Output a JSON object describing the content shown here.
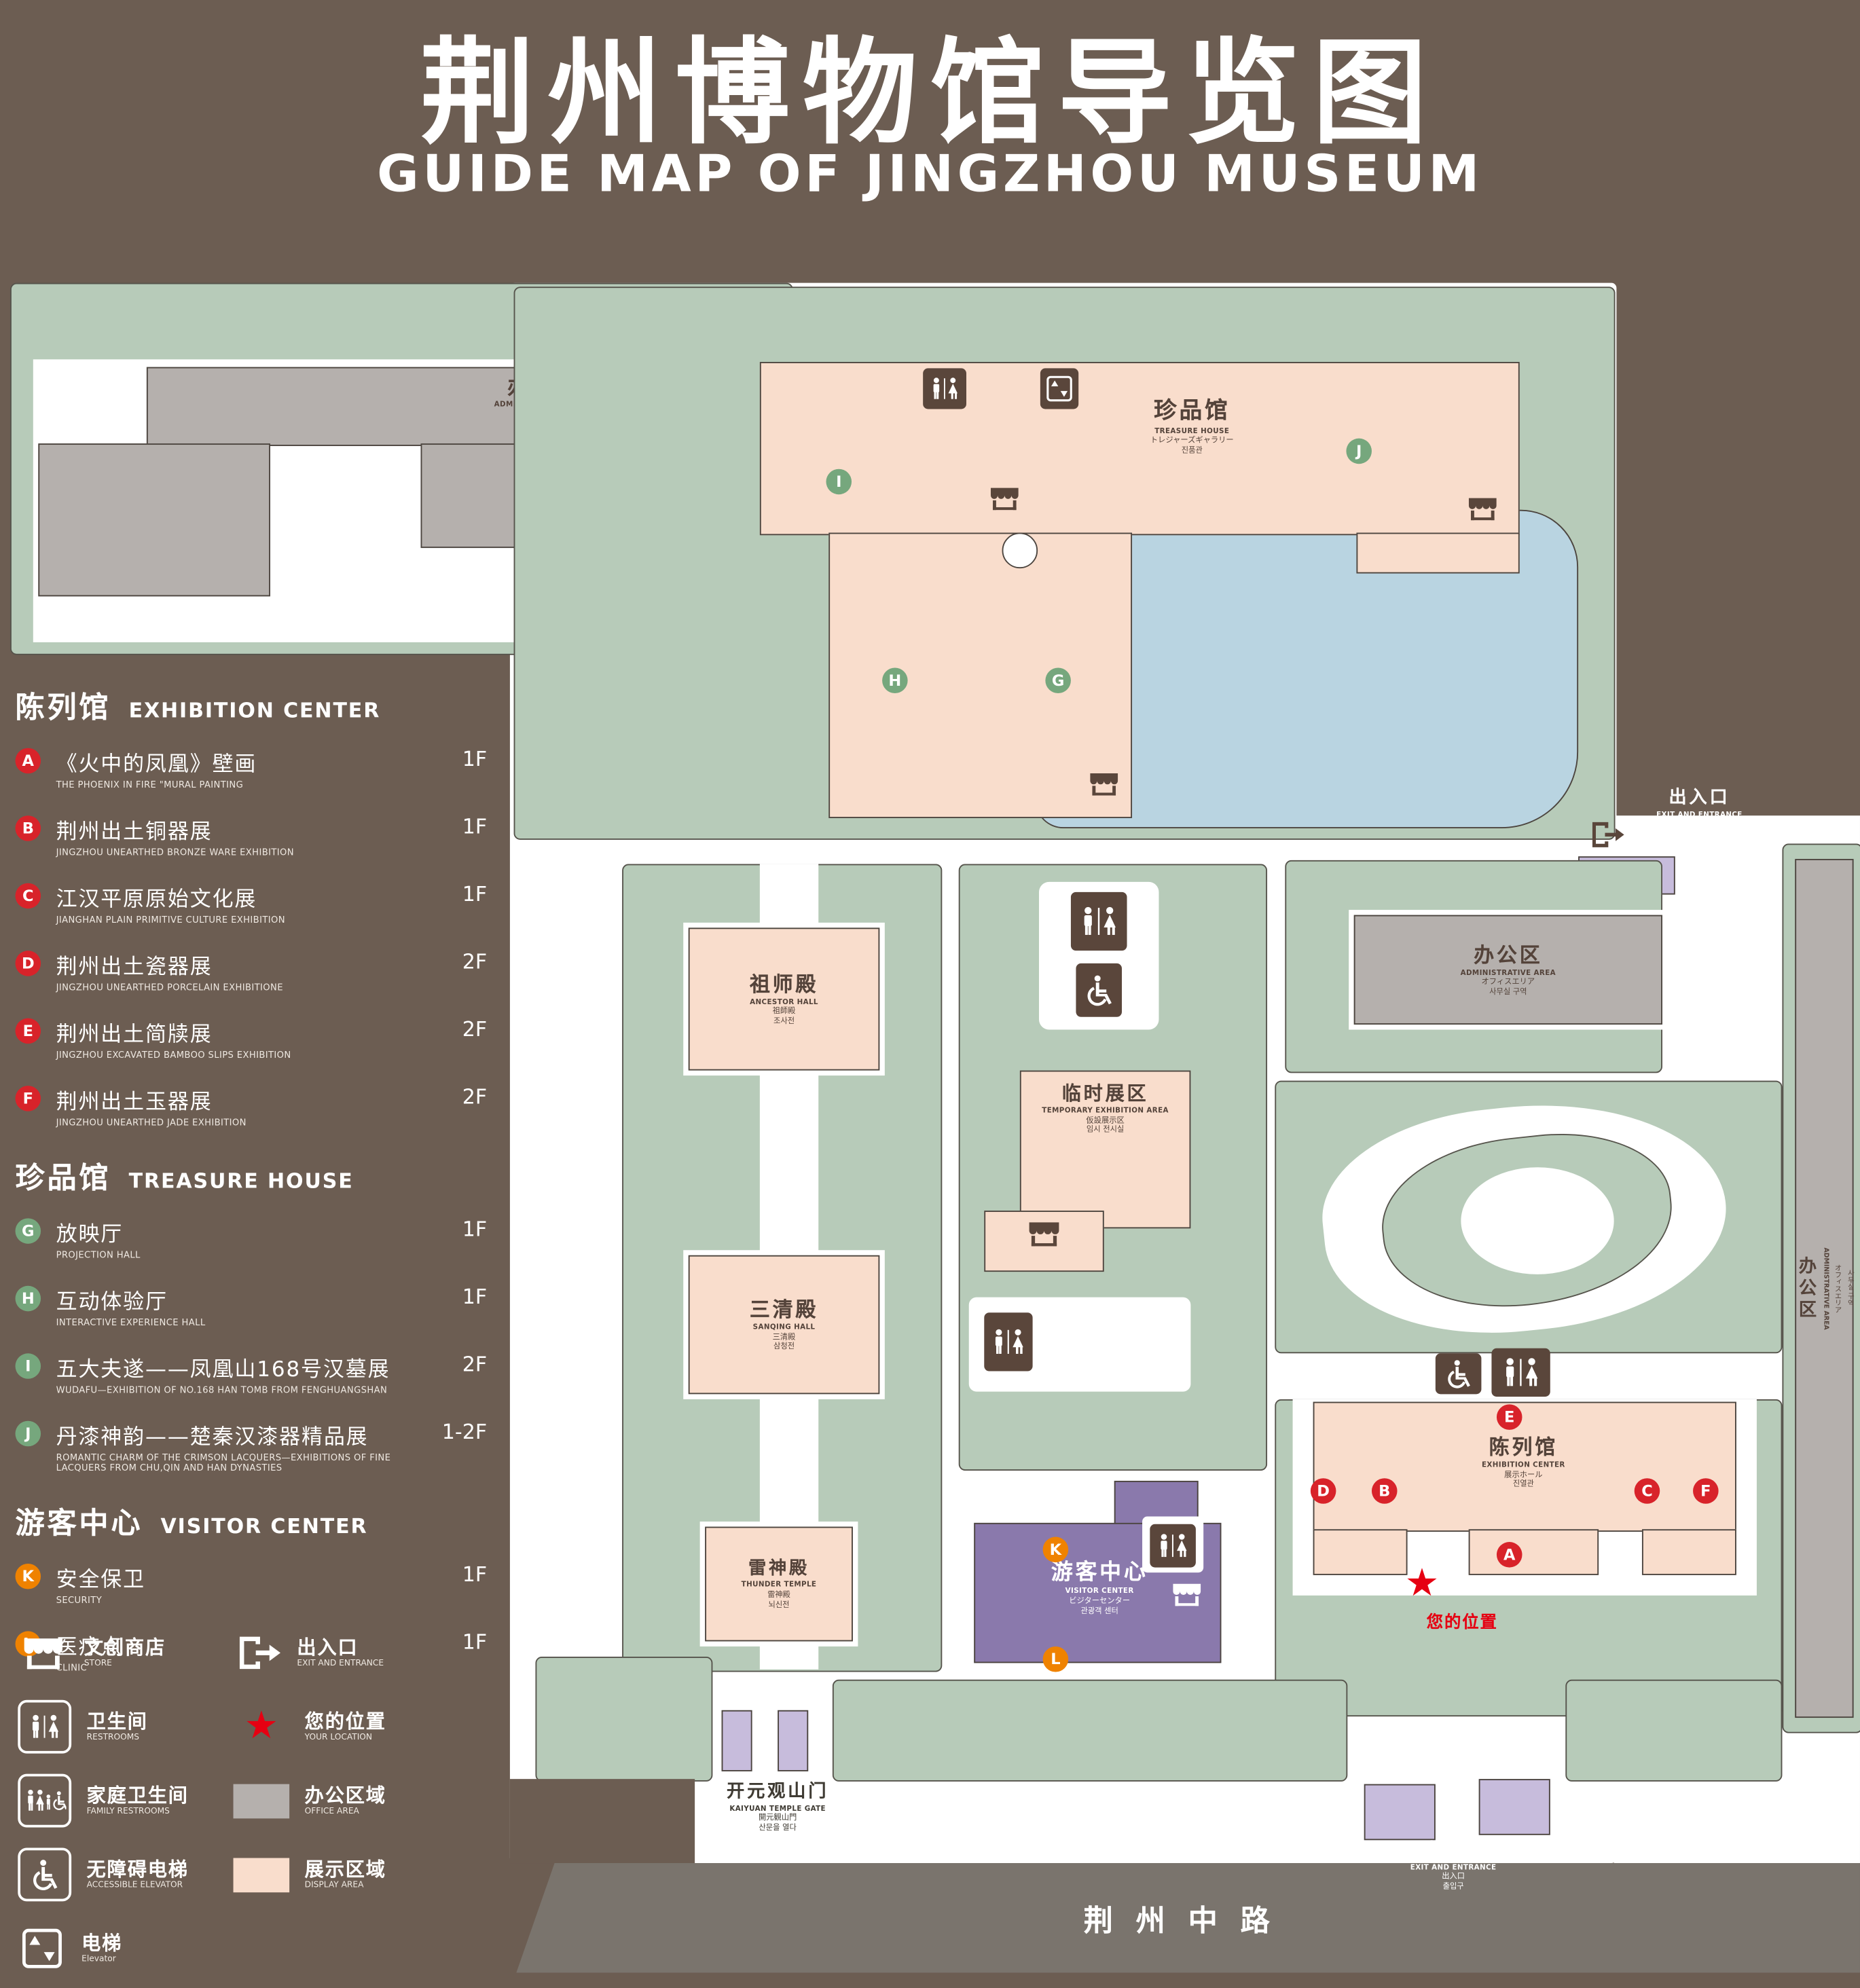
{
  "header": {
    "title_cn": "荆州博物馆导览图",
    "title_en": "GUIDE MAP OF JINGZHOU MUSEUM"
  },
  "colors": {
    "background": "#6c5d52",
    "lawn_green": "#b7cbb9",
    "display_pink": "#f9ddcc",
    "office_gray": "#b5b0ad",
    "visitor_purple": "#8a79ac",
    "entrance_lavender": "#c7bcdc",
    "pond_blue": "#b9d4e1",
    "marker_red": "#d8232a",
    "marker_green": "#76a77d",
    "marker_orange": "#ef8200",
    "location_red": "#e60012"
  },
  "legend": {
    "sections": [
      {
        "cn": "陈列馆",
        "en": "EXHIBITION CENTER"
      },
      {
        "cn": "珍品馆",
        "en": "TREASURE HOUSE"
      },
      {
        "cn": "游客中心",
        "en": "VISITOR CENTER"
      }
    ],
    "items": [
      {
        "letter": "A",
        "cn": "《火中的凤凰》壁画",
        "en": "THE PHOENIX IN FIRE \"MURAL PAINTING",
        "floor": "1F"
      },
      {
        "letter": "B",
        "cn": "荆州出土铜器展",
        "en": "JINGZHOU UNEARTHED BRONZE WARE EXHIBITION",
        "floor": "1F"
      },
      {
        "letter": "C",
        "cn": "江汉平原原始文化展",
        "en": "JIANGHAN PLAIN PRIMITIVE CULTURE EXHIBITION",
        "floor": "1F"
      },
      {
        "letter": "D",
        "cn": "荆州出土瓷器展",
        "en": "JINGZHOU UNEARTHED PORCELAIN EXHIBITIONE",
        "floor": "2F"
      },
      {
        "letter": "E",
        "cn": "荆州出土简牍展",
        "en": "JINGZHOU EXCAVATED BAMBOO SLIPS EXHIBITION",
        "floor": "2F"
      },
      {
        "letter": "F",
        "cn": "荆州出土玉器展",
        "en": "JINGZHOU UNEARTHED JADE EXHIBITION",
        "floor": "2F"
      },
      {
        "letter": "G",
        "cn": "放映厅",
        "en": "PROJECTION HALL",
        "floor": "1F"
      },
      {
        "letter": "H",
        "cn": "互动体验厅",
        "en": "INTERACTIVE EXPERIENCE HALL",
        "floor": "1F"
      },
      {
        "letter": "I",
        "cn": "五大夫遂——凤凰山168号汉墓展",
        "en": "WUDAFU—EXHIBITION OF NO.168 HAN TOMB FROM FENGHUANGSHAN",
        "floor": "2F"
      },
      {
        "letter": "J",
        "cn": "丹漆神韵——楚秦汉漆器精品展",
        "en": "ROMANTIC CHARM OF THE CRIMSON LACQUERS—EXHIBITIONS OF FINE LACQUERS FROM CHU,QIN AND HAN DYNASTIES",
        "floor": "1-2F"
      },
      {
        "letter": "K",
        "cn": "安全保卫",
        "en": "SECURITY",
        "floor": "1F"
      },
      {
        "letter": "L",
        "cn": "医疗点",
        "en": "CLINIC",
        "floor": "1F"
      }
    ],
    "symbols": [
      {
        "cn": "文创商店",
        "en": "STORE"
      },
      {
        "cn": "出入口",
        "en": "EXIT AND ENTRANCE"
      },
      {
        "cn": "卫生间",
        "en": "RESTROOMS"
      },
      {
        "cn": "您的位置",
        "en": "YOUR LOCATION"
      },
      {
        "cn": "家庭卫生间",
        "en": "FAMILY RESTROOMS"
      },
      {
        "cn": "办公区域",
        "en": "OFFICE AREA"
      },
      {
        "cn": "无障碍电梯",
        "en": "ACCESSIBLE ELEVATOR"
      },
      {
        "cn": "展示区域",
        "en": "DISPLAY AREA"
      },
      {
        "cn": "电梯",
        "en": "Elevator"
      }
    ]
  },
  "map": {
    "treasure_house": {
      "cn": "珍品馆",
      "en": "TREASURE HOUSE",
      "jp": "トレジャーズギャラリー",
      "kr": "진품관"
    },
    "admin": {
      "cn": "办公区",
      "en": "ADMINISTRATIVE AREA",
      "jp": "オフィスエリア",
      "kr": "사무실 구역"
    },
    "ancestor_hall": {
      "cn": "祖师殿",
      "en": "ANCESTOR HALL",
      "jp": "祖師殿",
      "kr": "조사전"
    },
    "temporary_area": {
      "cn": "临时展区",
      "en": "TEMPORARY EXHIBITION AREA",
      "jp": "仮設展示区",
      "kr": "임시 전시실"
    },
    "sanqing_hall": {
      "cn": "三清殿",
      "en": "SANQING HALL",
      "jp": "三清殿",
      "kr": "삼청전"
    },
    "thunder_temple": {
      "cn": "雷神殿",
      "en": "THUNDER TEMPLE",
      "jp": "雷神殿",
      "kr": "뇌신전"
    },
    "exhibition_center": {
      "cn": "陈列馆",
      "en": "EXHIBITION CENTER",
      "jp": "展示ホール",
      "kr": "진열관"
    },
    "visitor_center": {
      "cn": "游客中心",
      "en": "VISITOR CENTER",
      "jp": "ビジターセンター",
      "kr": "관광객 센터"
    },
    "gate": {
      "cn": "开元观山门",
      "en": "KAIYUAN TEMPLE GATE",
      "jp": "開元観山門",
      "kr": "산문을 열다"
    },
    "exit": {
      "cn": "出入口",
      "en": "EXIT AND ENTRANCE",
      "jp": "出入口",
      "kr": "출입구"
    },
    "your_location": "您的位置",
    "road": "荆州中路"
  }
}
